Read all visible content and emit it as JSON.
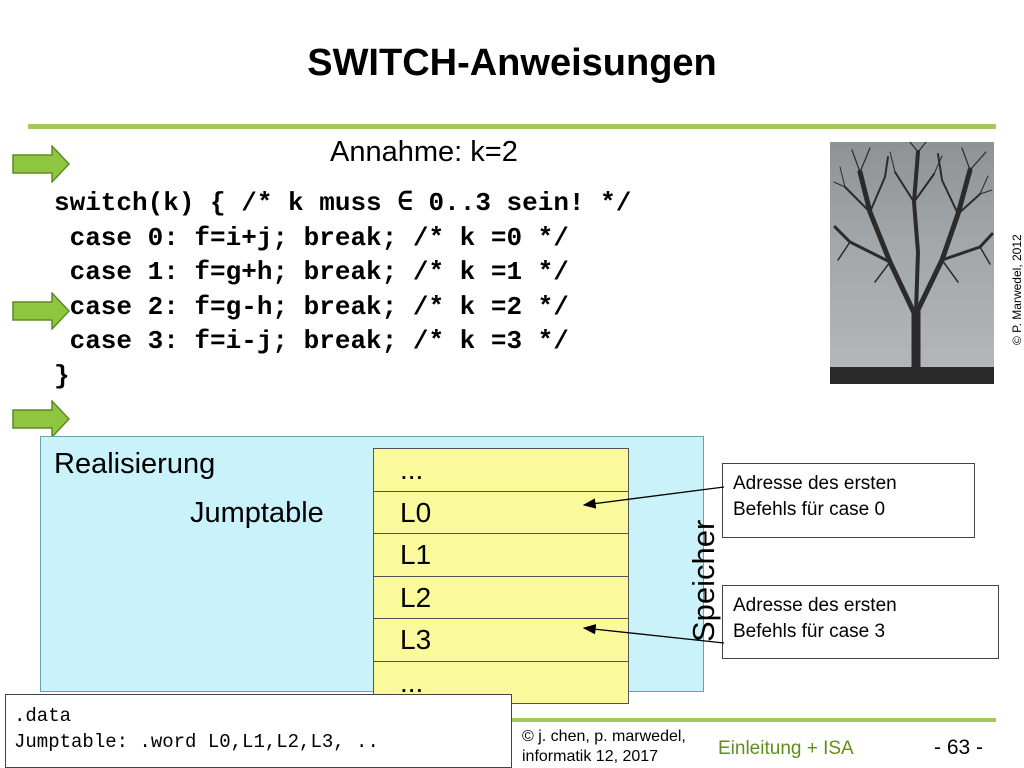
{
  "title": "SWITCH-Anweisungen",
  "assumption": "Annahme: k=2",
  "code_lines": [
    "switch(k) { /* k muss ∈ 0..3 sein! */",
    " case 0: f=i+j; break; /* k =0 */",
    " case 1: f=g+h; break; /* k =1 */",
    " case 2: f=g-h; break; /* k =2 */",
    " case 3: f=i-j; break; /* k =3 */",
    "}"
  ],
  "photo_credit": "© P. Marwedel, 2012",
  "realization": {
    "label": "Realisierung",
    "jumptable_label": "Jumptable",
    "memory_label": "Speicher",
    "cells": [
      "...",
      "L0",
      "L1",
      "L2",
      "L3",
      "..."
    ]
  },
  "notes": {
    "first": [
      "Adresse des ersten",
      "Befehls für case 0"
    ],
    "second": [
      "Adresse des ersten",
      "Befehls für case 3"
    ]
  },
  "data_section": [
    ".data",
    "Jumptable: .word L0,L1,L2,L3, .."
  ],
  "footer": {
    "credit_line1": "© j. chen, p. marwedel,",
    "credit_line2": "informatik 12,  2017",
    "course": "Einleitung + ISA",
    "page": "- 63 -"
  },
  "colors": {
    "accent_green": "#a5c85a",
    "arrow_green": "#8ec63f",
    "realization_bg": "#c9f2fb",
    "memory_cell": "#fafa9d"
  }
}
